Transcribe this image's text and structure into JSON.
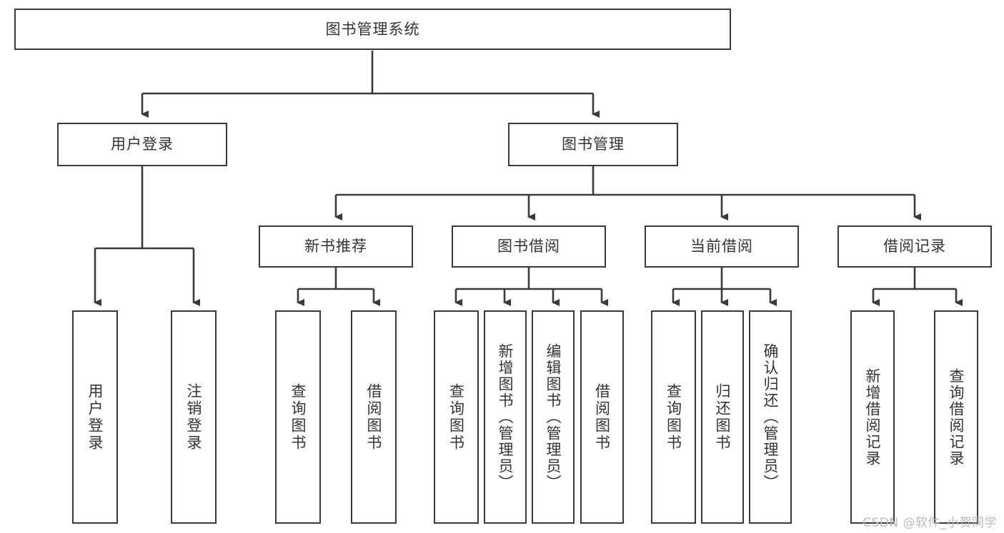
{
  "diagram": {
    "title": "图书管理系统",
    "type": "tree-hierarchy-chart",
    "watermark": "CSDN @软件_小贺同学",
    "colors": {
      "box_border": "#3a3a3a",
      "box_fill": "#ffffff",
      "edge": "#3a3a3a",
      "text": "#333333",
      "watermark": "#b9b9b9"
    },
    "root": {
      "label": "图书管理系统"
    },
    "level2": [
      {
        "label": "用户登录"
      },
      {
        "label": "图书管理"
      }
    ],
    "level3": [
      {
        "label": "新书推荐"
      },
      {
        "label": "图书借阅"
      },
      {
        "label": "当前借阅"
      },
      {
        "label": "借阅记录"
      }
    ],
    "leaves": {
      "user_login": [
        {
          "label": "用户登录"
        },
        {
          "label": "注销登录"
        }
      ],
      "new_book": [
        {
          "label": "查询图书"
        },
        {
          "label": "借阅图书"
        }
      ],
      "book_borrow": [
        {
          "label": "查询图书"
        },
        {
          "label": "新增图书（管理员）"
        },
        {
          "label": "编辑图书（管理员）"
        },
        {
          "label": "借阅图书"
        }
      ],
      "current_borrow": [
        {
          "label": "查询图书"
        },
        {
          "label": "归还图书"
        },
        {
          "label": "确认归还（管理员）"
        }
      ],
      "borrow_record": [
        {
          "label": "新增借阅记录"
        },
        {
          "label": "查询借阅记录"
        }
      ]
    }
  }
}
